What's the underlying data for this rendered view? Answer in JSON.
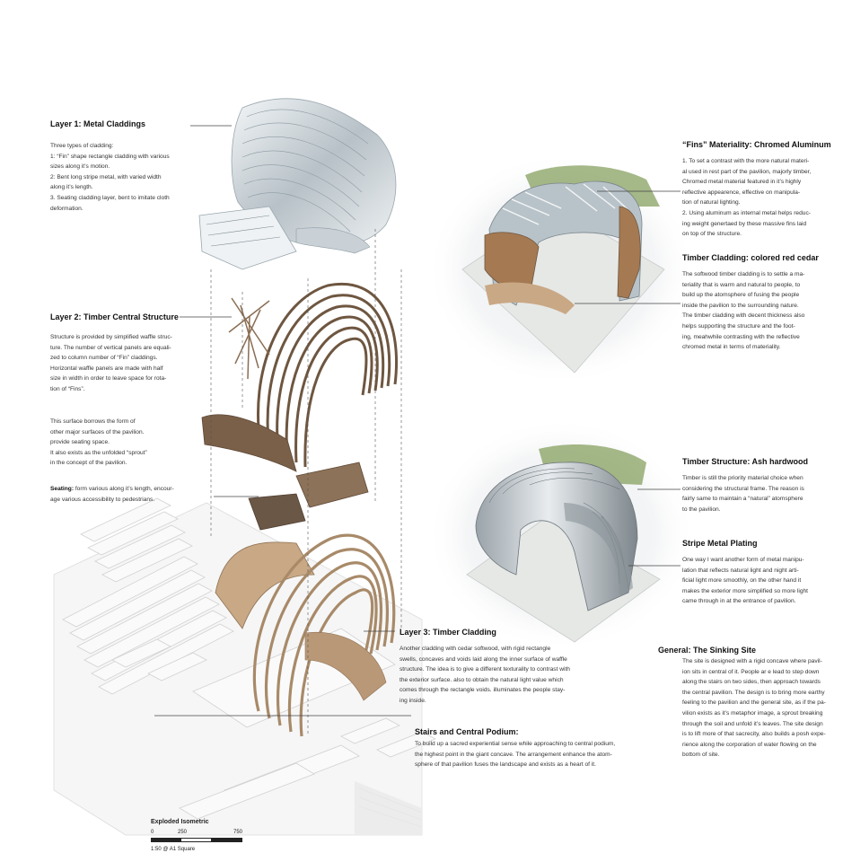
{
  "layer1": {
    "title": "Layer 1: Metal Claddings",
    "lines": [
      "Three types of cladding:",
      "1: “Fin” shape rectangle cladding with various",
      "sizes along it’s motion.",
      "2: Bent long stripe metal, with varied width",
      "along it’s length.",
      "3. Seating cladding layer, bent to imitate cloth",
      "deformation."
    ]
  },
  "layer2": {
    "title": "Layer 2: Timber Central Structure",
    "lines": [
      "Structure is provided by simplified waffle struc-",
      "ture. The number of vertical panels are equali-",
      "zed to column number of “Fin” claddings.",
      "Horizontal waffle panels are made with half",
      "size in width in order to leave space for rota-",
      "tion of “Fins”."
    ]
  },
  "surface": {
    "lines": [
      "This surface borrows the form of",
      "other major surfaces of the pavilion.",
      "provide seating space.",
      "It also exists as the unfolded “sprout”",
      "in the concept of the pavilion."
    ]
  },
  "seating": {
    "label": "Seating:",
    "lines": [
      " form various along it’s length, encour-",
      "age various accessibility to pedestrians."
    ]
  },
  "layer3": {
    "title": "Layer 3: Timber Cladding",
    "lines": [
      "Another cladding with cedar softwood, with rigid rectangle",
      "swells, concaves and voids laid along the inner surface of waffle",
      "structure. The idea is to give a different texturality to contrast with",
      "the exterior surface. also to obtain the natural light value which",
      "comes through the rectangle voids. illuminates the people stay-",
      "ing inside."
    ]
  },
  "stairs": {
    "title": "Stairs and Central Podium:",
    "lines": [
      "To build up a sacred experiential sense while approaching to central podium,",
      "the highest point in the giant concave. The arrangement enhance the atom-",
      "sphere of that pavilion fuses the landscape and exists as a heart of it."
    ]
  },
  "fins": {
    "title": "“Fins” Materiality:  Chromed Aluminum",
    "lines": [
      "1. To set a contrast with the more natural materi-",
      "al used in rest part of the pavilion, majorly timber,",
      "Chromed metal material featured in it’s highly",
      "reflective appearence, effective on manipula-",
      "tion of natural lighting.",
      "2. Using aluminum as internal metal helps reduc-",
      "ing weight genertaed by these massive fins laid",
      "on top of the structure."
    ]
  },
  "cedar": {
    "title": "Timber Cladding: colored red cedar",
    "lines": [
      "The softwood timber cladding is to settle a ma-",
      "teriality that is warm and natural to people, to",
      "build up the atomsphere of fusing the people",
      "inside the pavilion to the surrounding nature.",
      "The timber cladding with decent thickness also",
      "helps supporting the structure and the foot-",
      "ing, meahwhile contrasting with the reflective",
      "chromed metal in terms of materiality."
    ]
  },
  "ash": {
    "title": "Timber Structure: Ash hardwood",
    "lines": [
      "Timber is still the priority material choice when",
      "considering the structural frame. The reason is",
      "fairly same to maintain a “natural” atomsphere",
      "to the pavilion."
    ]
  },
  "stripe": {
    "title": "Stripe Metal Plating",
    "lines": [
      "One way I want another form of metal manipu-",
      "lation that reflects natural light and night arti-",
      "ficial light more smoothly, on the other hand it",
      "makes the exterior more simplified so more light",
      "came through in at the entrance of pavilion."
    ]
  },
  "general": {
    "title": "General: The Sinking Site",
    "lines": [
      "The site is designed with a rigid concave where pavil-",
      "ion sits in central of it. People ar e lead to step down",
      "along the stairs on two sides, then approach towards",
      "the central pavilion. The design is to bring more earthy",
      "feeling to the pavilion and the general site, as if the pa-",
      "vilion exists as it’s metaphor image, a sprout breaking",
      "through the soil and unfold it’s leaves. The site design",
      "is to lift more of that sacrecity, also builds a posh expe-",
      "rience along the corporation of water flowing on the",
      "bottom of site."
    ]
  },
  "scale": {
    "title": "Exploded Isometric",
    "ticks": [
      "0",
      "250",
      "750"
    ],
    "ratio": "1:50 @ A1 Square"
  },
  "colors": {
    "timber_dark": "#6e5640",
    "timber_light": "#c9a885",
    "metal": "#dfe6ea",
    "grass": "#7f9a55",
    "site": "#f2f2f2"
  }
}
